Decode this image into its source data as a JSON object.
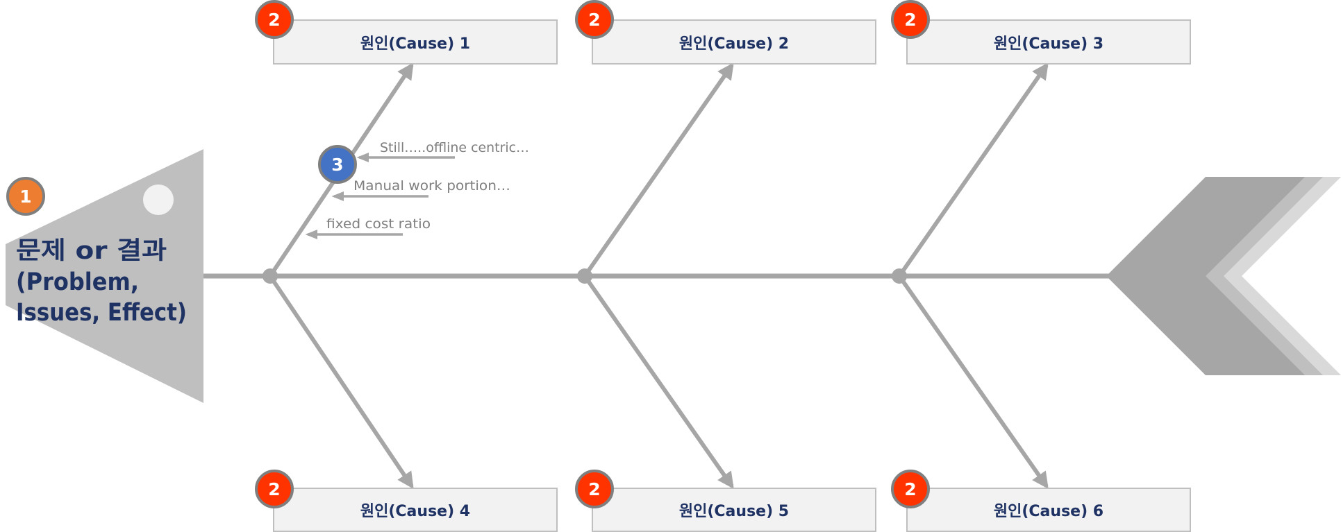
{
  "head": {
    "badge": "1",
    "lines": [
      "문제 or 결과",
      "(Problem,",
      "Issues, Effect)"
    ]
  },
  "causes": [
    {
      "badge": "2",
      "label": "원인(Cause) 1"
    },
    {
      "badge": "2",
      "label": "원인(Cause) 2"
    },
    {
      "badge": "2",
      "label": "원인(Cause) 3"
    },
    {
      "badge": "2",
      "label": "원인(Cause) 4"
    },
    {
      "badge": "2",
      "label": "원인(Cause) 5"
    },
    {
      "badge": "2",
      "label": "원인(Cause) 6"
    }
  ],
  "sub_causes": {
    "badge": "3",
    "items": [
      "Still…..offline centric…",
      "Manual work portion…",
      "fixed cost ratio"
    ]
  },
  "colors": {
    "bone": "#a6a6a6",
    "head_fill": "#bfbfbf",
    "tail_dark": "#a6a6a6",
    "tail_mid": "#bfbfbf",
    "tail_light": "#d9d9d9",
    "badge_head": "#ed7d31",
    "badge_cause": "#ff3300",
    "badge_sub": "#4472c4",
    "badge_ring": "#7f7f7f",
    "box_fill": "#f2f2f2",
    "box_stroke": "#bfbfbf",
    "text_dark": "#1f3264",
    "text_sub": "#7f7f7f"
  }
}
